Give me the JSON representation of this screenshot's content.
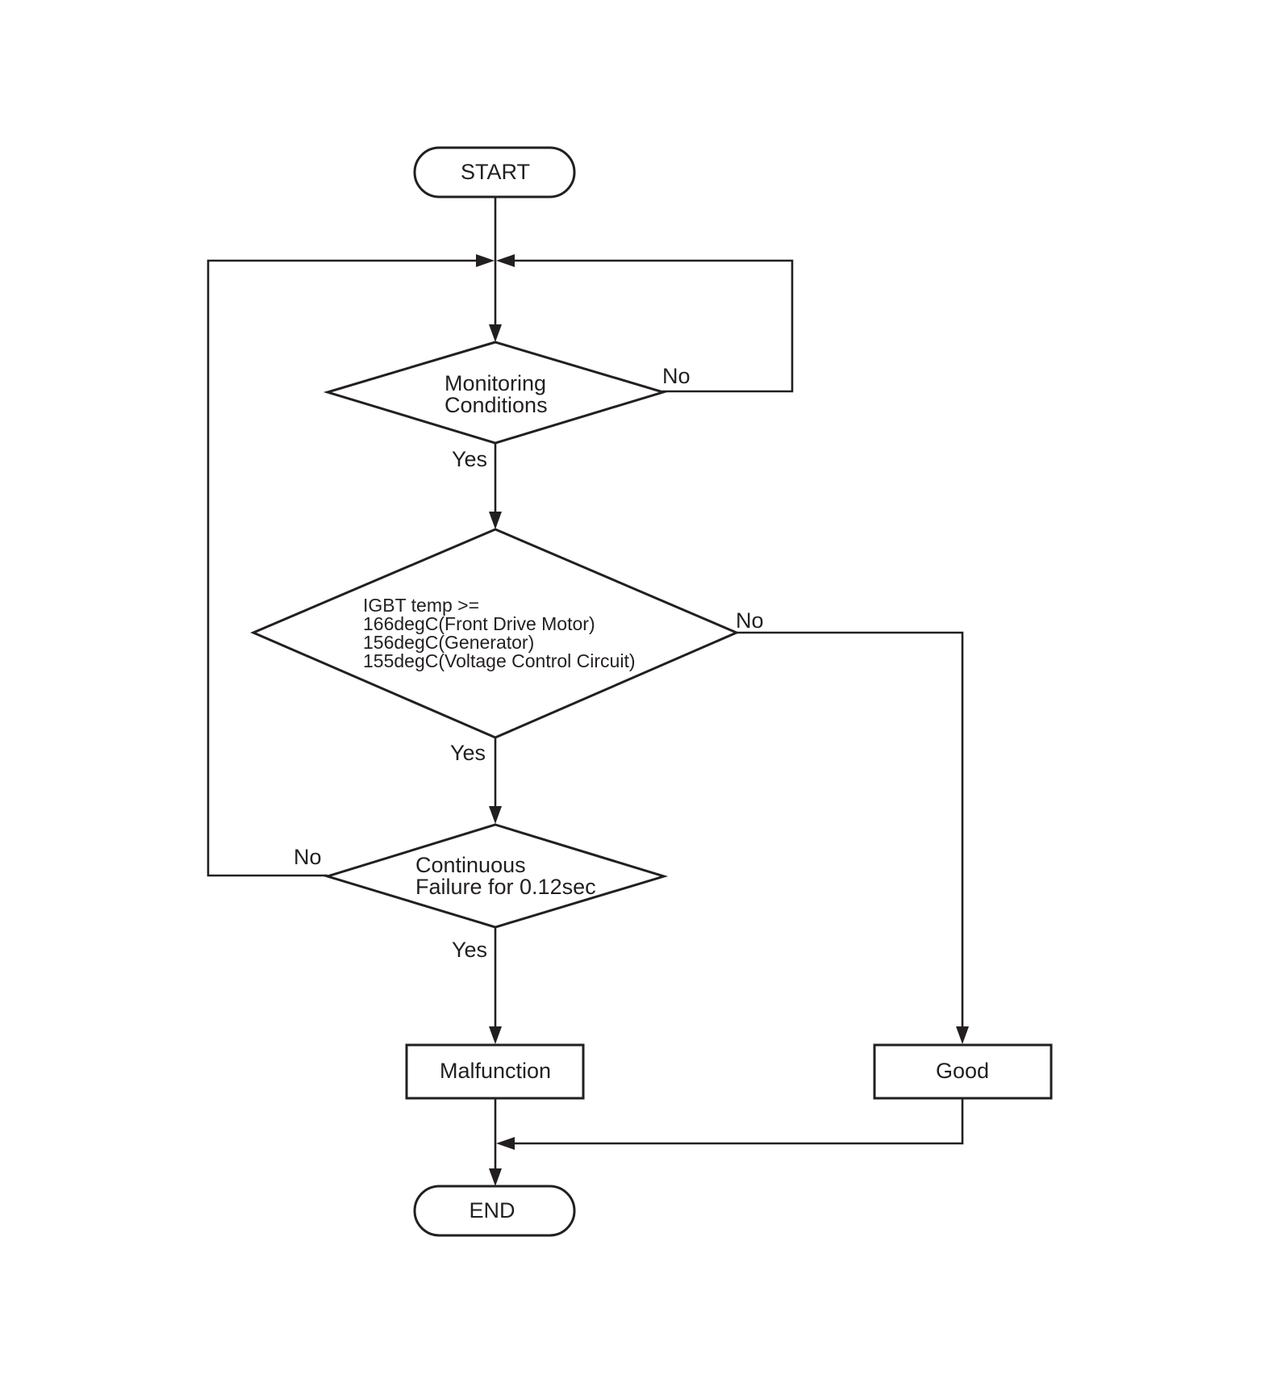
{
  "nodes": {
    "start": "START",
    "monitoring": [
      "Monitoring",
      "Conditions"
    ],
    "igbt": [
      "IGBT temp >=",
      "166degC(Front Drive Motor)",
      "156degC(Generator)",
      "155degC(Voltage Control Circuit)"
    ],
    "continuous": [
      "Continuous",
      "Failure for 0.12sec"
    ],
    "malfunction": "Malfunction",
    "good": "Good",
    "end": "END"
  },
  "edges": {
    "monitoring_no": "No",
    "monitoring_yes": "Yes",
    "igbt_no": "No",
    "igbt_yes": "Yes",
    "continuous_no": "No",
    "continuous_yes": "Yes"
  },
  "colors": {
    "line": "#231f20",
    "background": "#ffffff"
  }
}
